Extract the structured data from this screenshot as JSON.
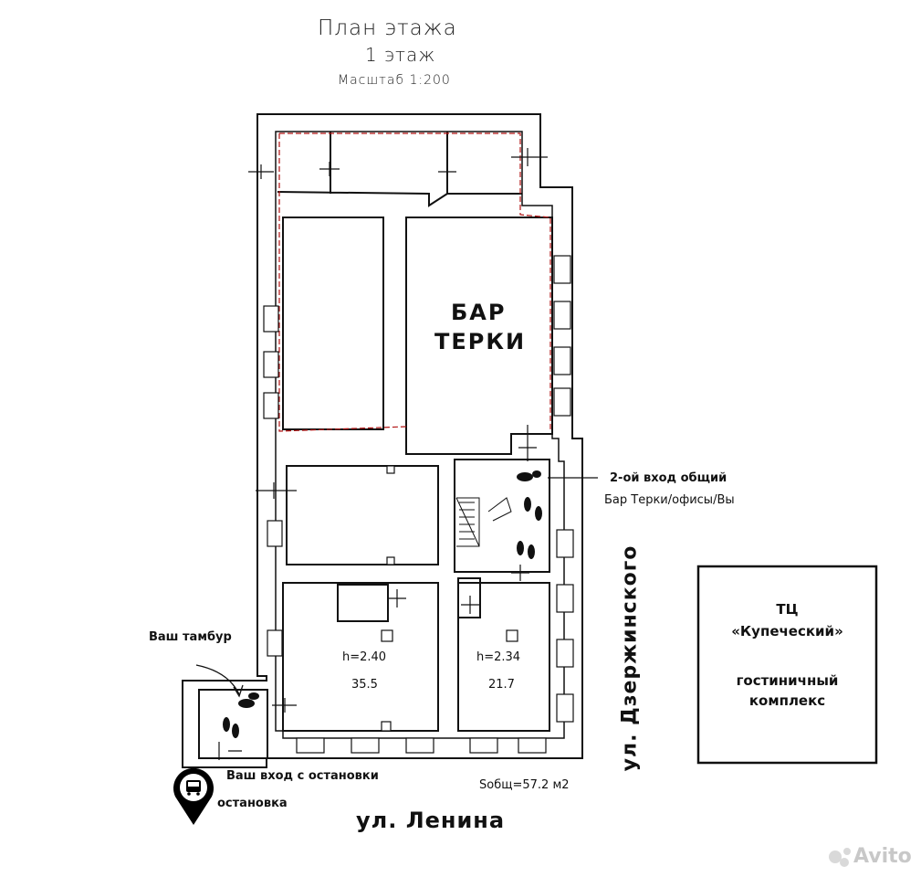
{
  "header": {
    "title": "План этажа",
    "floor": "1 этаж",
    "scale": "Масштаб  1:200"
  },
  "rooms": {
    "bar_line1": "БАР",
    "bar_line2": "ТЕРКИ",
    "room_a_height": "h=2.40",
    "room_a_area": "35.5",
    "room_b_height": "h=2.34",
    "room_b_area": "21.7"
  },
  "annotations": {
    "second_entrance": "2-ой вход общий",
    "second_entrance_sub": "Бар Терки/офисы/Вы",
    "vestibule": "Ваш тамбур",
    "entrance_from_stop": "Ваш вход с остановки",
    "stop": "остановка",
    "total_area": "Sобщ=57.2 м2"
  },
  "streets": {
    "lenina": "ул. Ленина",
    "dzerzhinskogo": "ул. Дзержинского"
  },
  "neighbor": {
    "line1": "ТЦ",
    "line2": "«Купеческий»",
    "line3": "гостиничный",
    "line4": "комплекс"
  },
  "watermark": "Avito",
  "colors": {
    "wall": "#111111",
    "red_outline": "#b01010",
    "bus_pin": "#000000"
  }
}
